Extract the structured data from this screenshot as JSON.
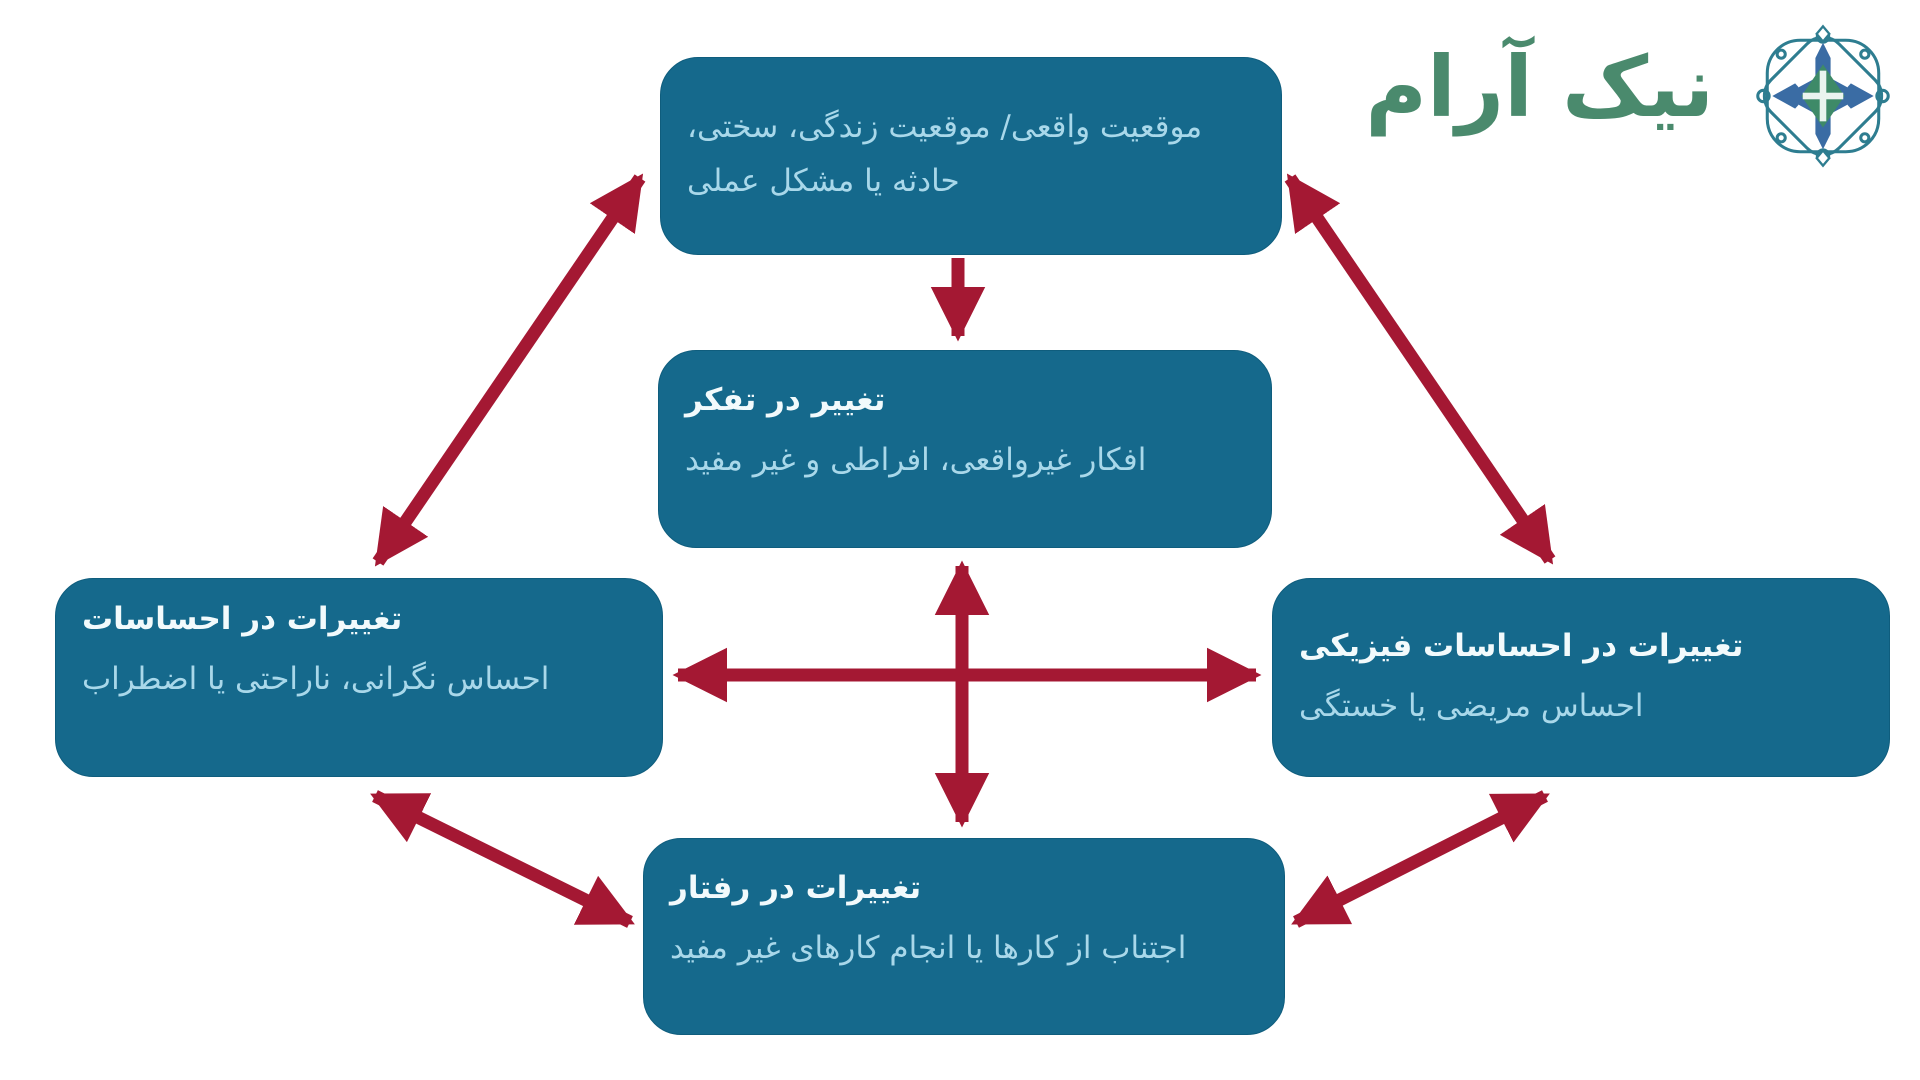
{
  "logo": {
    "text": "نیک آرام",
    "icon": "persian-medallion-icon"
  },
  "diagram": {
    "type": "cbt-cycle-flowchart",
    "nodes": {
      "situation": {
        "body": "موقعیت واقعی/ موقعیت زندگی، سختی، حادثه یا مشکل عملی"
      },
      "thoughts": {
        "title": "تغییر در تفکر",
        "body": "افکار غیرواقعی، افراطی و غیر مفید"
      },
      "feelings": {
        "title": "تغییرات در احساسات",
        "body": "احساس نگرانی، ناراحتی یا اضطراب"
      },
      "physical": {
        "title": "تغییرات در احساسات فیزیکی",
        "body": "احساس مریضی یا خستگی"
      },
      "behavior": {
        "title": "تغییرات در رفتار",
        "body": "اجتناب از کارها یا انجام کارهای غیر مفید"
      }
    },
    "connections": [
      {
        "from": "situation",
        "to": "thoughts",
        "double_headed": false
      },
      {
        "from": "situation",
        "to": "feelings",
        "double_headed": true
      },
      {
        "from": "situation",
        "to": "physical",
        "double_headed": true
      },
      {
        "from": "thoughts",
        "to": "behavior",
        "double_headed": true
      },
      {
        "from": "feelings",
        "to": "physical",
        "double_headed": true
      },
      {
        "from": "feelings",
        "to": "behavior",
        "double_headed": true
      },
      {
        "from": "physical",
        "to": "behavior",
        "double_headed": true
      }
    ]
  },
  "colors": {
    "box_fill": "#15698C",
    "arrow": "#A41833",
    "title_text": "#F2FAFC",
    "body_text": "#A9D8EA",
    "logo_green": "#4A8A6D",
    "background": "#FFFFFF"
  }
}
